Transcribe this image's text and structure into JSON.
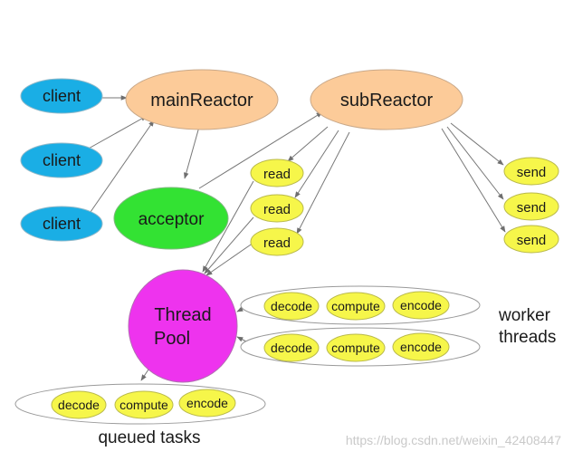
{
  "colors": {
    "client": "#1aaee5",
    "reactor": "#fccb99",
    "acceptor": "#33e233",
    "pool": "#ee33ee",
    "task": "#f6f64a",
    "outline": "#9a9a9a",
    "arrow": "#6e6e6e"
  },
  "clients": [
    {
      "label": "client"
    },
    {
      "label": "client"
    },
    {
      "label": "client"
    }
  ],
  "main_reactor": {
    "label": "mainReactor"
  },
  "sub_reactor": {
    "label": "subReactor"
  },
  "acceptor": {
    "label": "acceptor"
  },
  "thread_pool": {
    "line1": "Thread",
    "line2": "Pool"
  },
  "reads": [
    {
      "label": "read"
    },
    {
      "label": "read"
    },
    {
      "label": "read"
    }
  ],
  "sends": [
    {
      "label": "send"
    },
    {
      "label": "send"
    },
    {
      "label": "send"
    }
  ],
  "worker_rows": [
    {
      "decode": "decode",
      "compute": "compute",
      "encode": "encode"
    },
    {
      "decode": "decode",
      "compute": "compute",
      "encode": "encode"
    }
  ],
  "worker_caption": {
    "line1": "worker",
    "line2": "threads"
  },
  "queued_row": {
    "decode": "decode",
    "compute": "compute",
    "encode": "encode"
  },
  "queued_caption": "queued tasks",
  "watermark": "https://blog.csdn.net/weixin_42408447"
}
